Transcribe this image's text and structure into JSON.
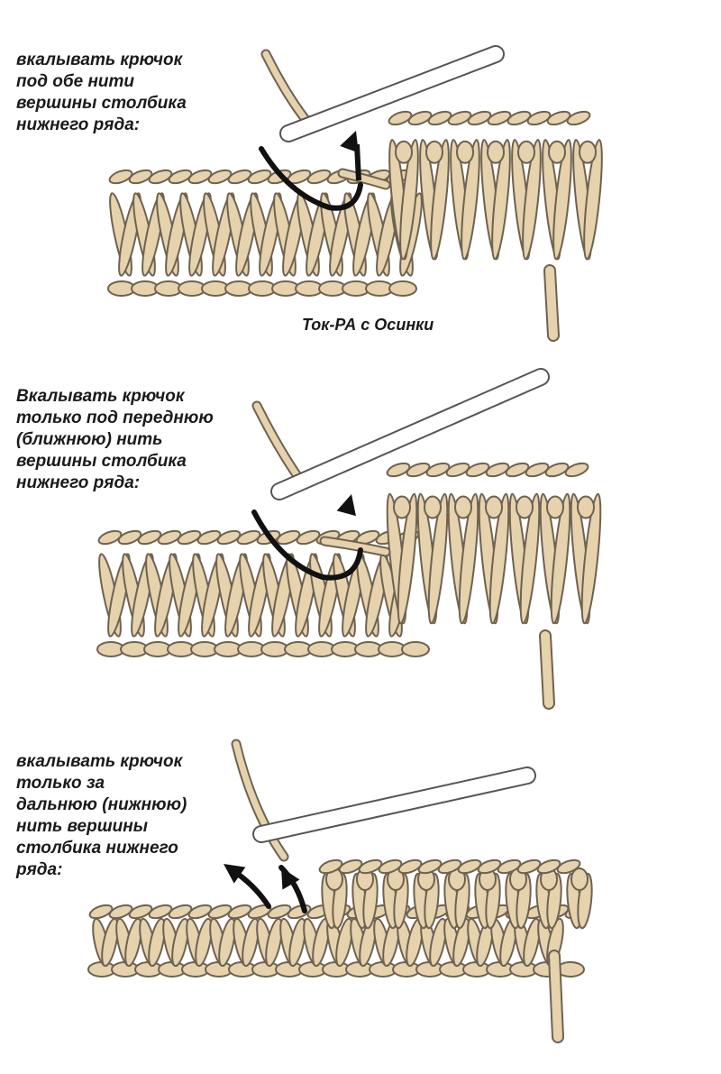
{
  "panels": [
    {
      "caption": "вкалывать крючок\nпод обе нити\nвершины столбика\nнижнего ряда:"
    },
    {
      "caption": "Вкалывать крючок\nтолько под переднюю\n(ближнюю) нить\nвершины столбика\nнижнего ряда:"
    },
    {
      "caption": "вкалывать крючок\nтолько за\nдальнюю (нижнюю)\nнить вершины\nстолбика нижнего\nряда:"
    }
  ],
  "watermark": "Ток-РА с Осинки",
  "colors": {
    "yarn": "#e6d2ad",
    "yarn_outline": "#6e6250",
    "hook": "#ffffff",
    "arrow": "#111111"
  }
}
